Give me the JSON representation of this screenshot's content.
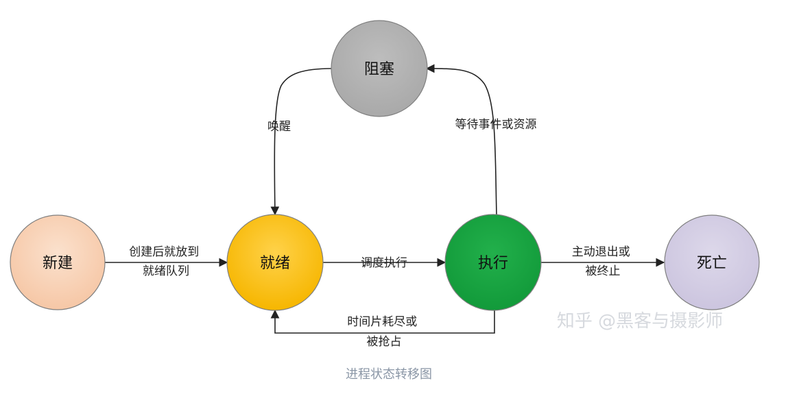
{
  "nodes": {
    "new": {
      "label": "新建",
      "color": "#f6c7a6"
    },
    "ready": {
      "label": "就绪",
      "color": "#f6b600"
    },
    "running": {
      "label": "执行",
      "color": "#129a3a"
    },
    "blocked": {
      "label": "阻塞",
      "color": "#a9a9a9"
    },
    "terminated": {
      "label": "死亡",
      "color": "#ccc5df"
    }
  },
  "edges": {
    "new_to_ready": {
      "lines": [
        "创建后就放到",
        "就绪队列"
      ]
    },
    "ready_to_running": {
      "lines": [
        "调度执行"
      ]
    },
    "running_to_terminated": {
      "lines": [
        "主动退出或",
        "被终止"
      ]
    },
    "running_to_blocked": {
      "lines": [
        "等待事件或资源"
      ]
    },
    "blocked_to_ready": {
      "lines": [
        "唤醒"
      ]
    },
    "running_to_ready": {
      "lines": [
        "时间片耗尽或",
        "被抢占"
      ]
    }
  },
  "caption": "进程状态转移图",
  "watermark": "知乎 @黑客与摄影师"
}
